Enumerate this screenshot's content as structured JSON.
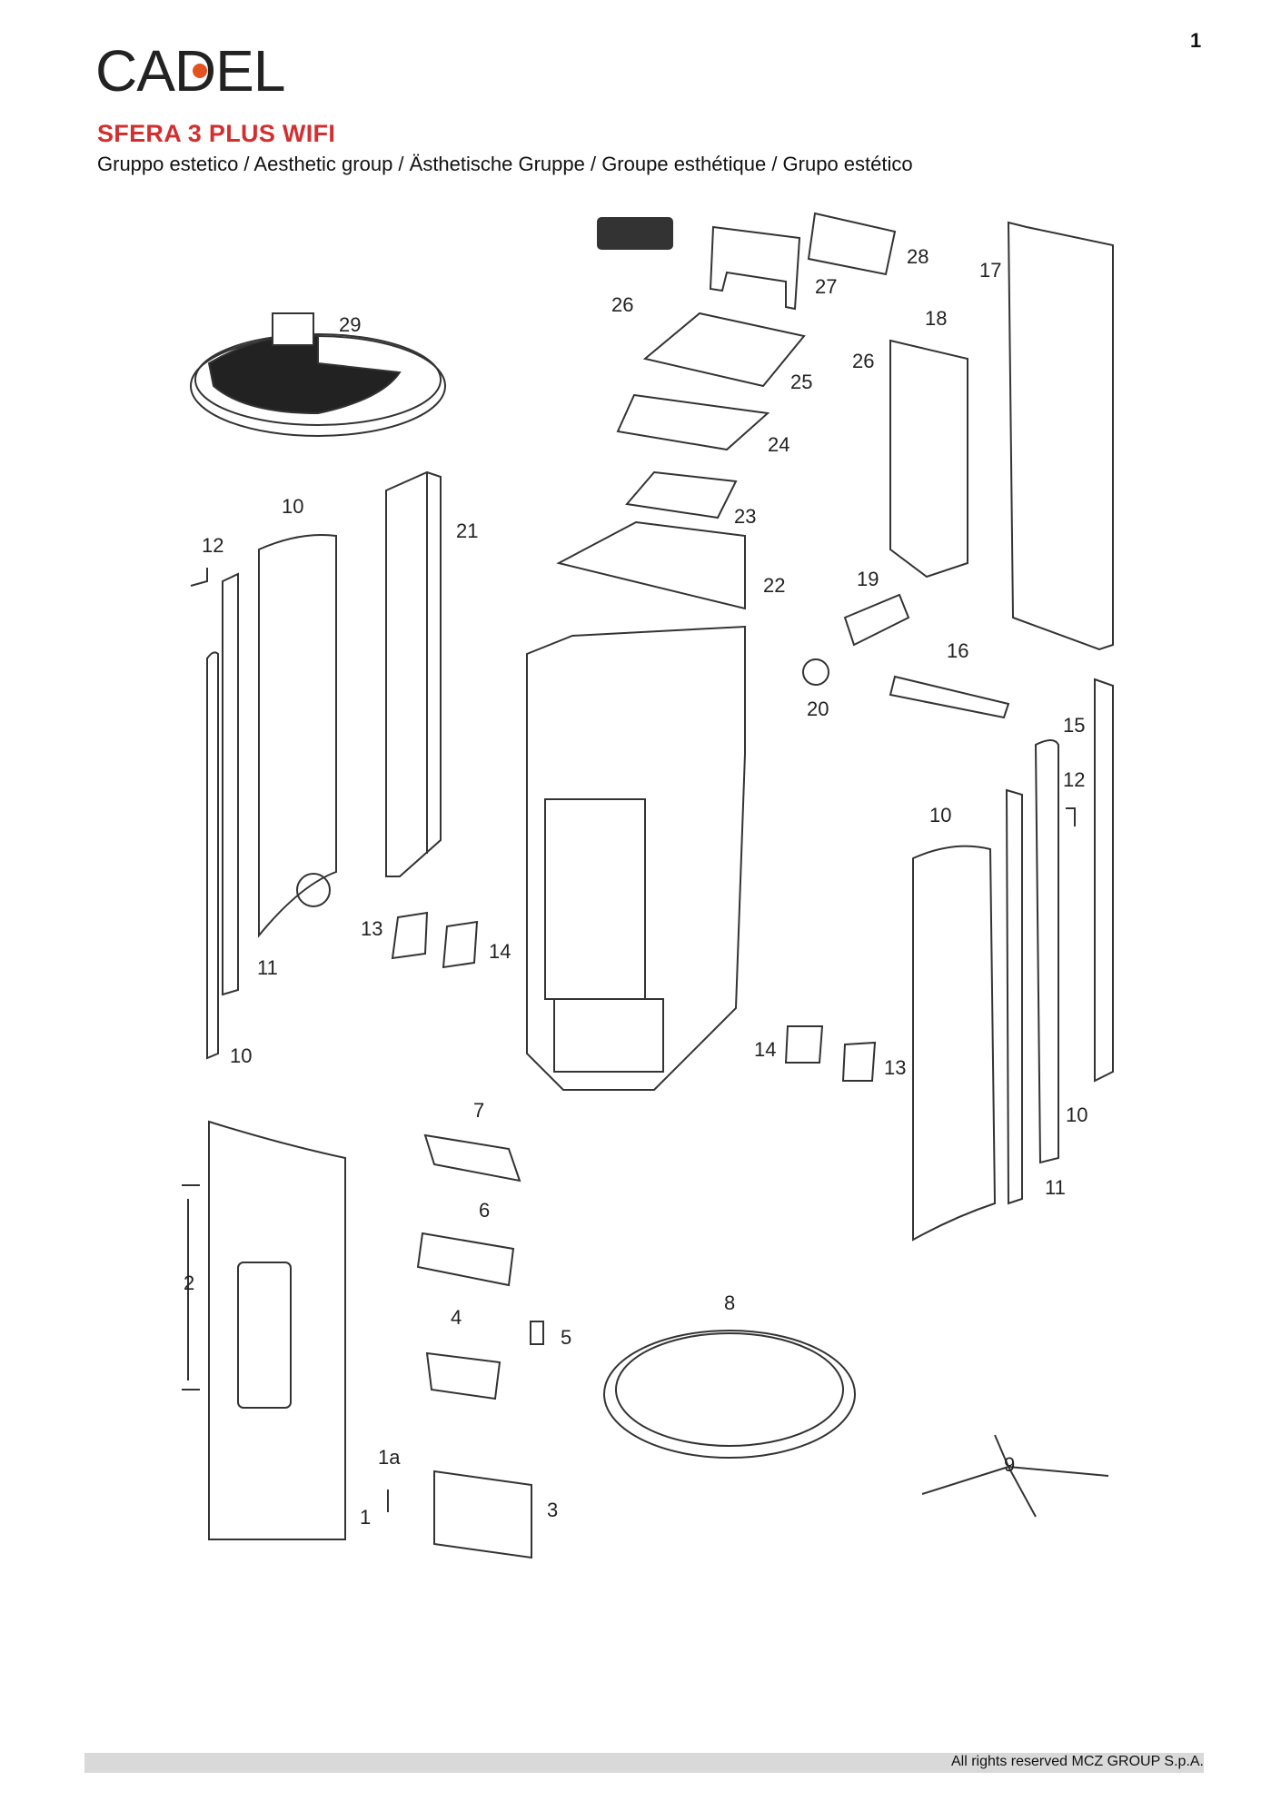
{
  "header": {
    "page_number": "1",
    "logo_text": "CADEL",
    "logo_dot_color": "#e2531f",
    "product_title": "SFERA 3 PLUS WIFI",
    "product_title_color": "#d32f2f",
    "subtitle": "Gruppo estetico / Aesthetic group / Ästhetische Gruppe / Groupe esthétique / Grupo estético"
  },
  "diagram": {
    "callouts": [
      "29",
      "10",
      "12",
      "21",
      "26",
      "27",
      "28",
      "17",
      "18",
      "26",
      "25",
      "24",
      "23",
      "22",
      "19",
      "16",
      "20",
      "15",
      "12",
      "10",
      "11",
      "10",
      "13",
      "14",
      "14",
      "13",
      "10",
      "11",
      "7",
      "6",
      "2",
      "4",
      "5",
      "8",
      "9",
      "1a",
      "3",
      "1"
    ]
  },
  "footer": {
    "copyright": "All rights reserved MCZ GROUP S.p.A."
  }
}
